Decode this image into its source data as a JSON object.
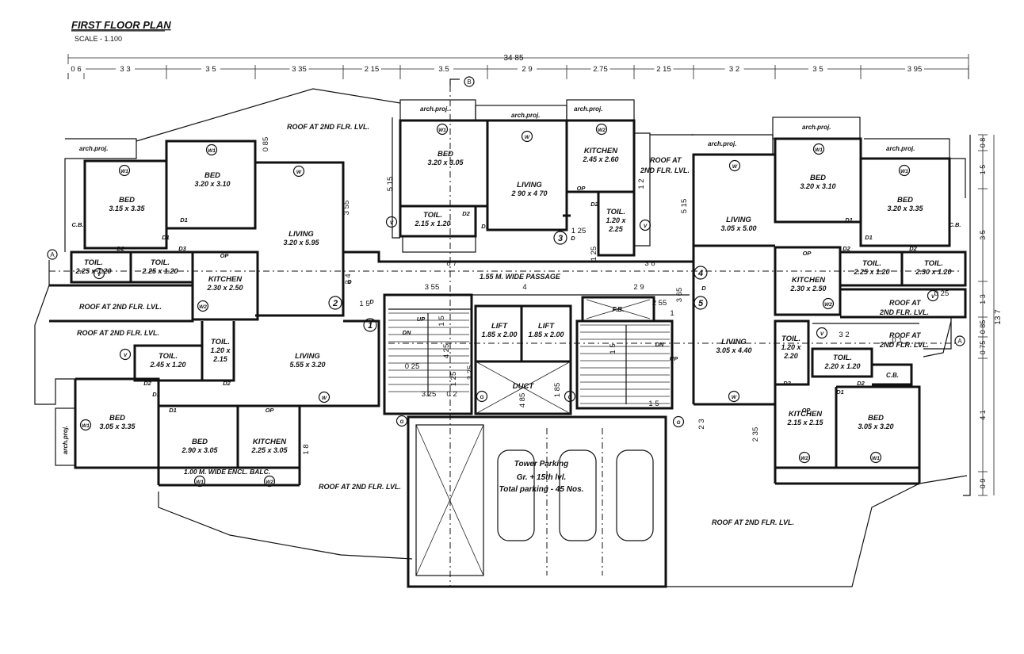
{
  "title": "FIRST FLOOR PLAN",
  "scale": "SCALE - 1.100",
  "overall_dimension": "34 85",
  "top_dimensions": [
    "0 6",
    "3 3",
    "3 5",
    "3 35",
    "2 15",
    "3.5",
    "2 9",
    "2.75",
    "2 15",
    "3 2",
    "3 5",
    "3 95"
  ],
  "right_dimensions": [
    "0 8",
    "1 5",
    "3 5",
    "1 3",
    "0 85",
    "0 75",
    "4 1",
    "0 9",
    "13 7"
  ],
  "section_markers": {
    "a": "A",
    "b": "B"
  },
  "grid_markers": [
    "1",
    "2",
    "3",
    "4",
    "5"
  ],
  "notes": {
    "passage": "1.55 M. WIDE PASSAGE",
    "balcony": "1.00 M. WIDE ENCL. BALC.",
    "roof": "ROOF AT 2ND FLR. LVL.",
    "roof_at": "ROOF AT",
    "roof_lvl": "2ND FLR. LVL.",
    "arch_proj": "arch.proj."
  },
  "rooms": {
    "bed_a": {
      "label": "BED",
      "size": "3.15 x 3.35"
    },
    "bed_b": {
      "label": "BED",
      "size": "3.20 x 3.10"
    },
    "living_a": {
      "label": "LIVING",
      "size": "3.20 x 5.95"
    },
    "toil_a": {
      "label": "TOIL.",
      "size": "2.25 x 1.20"
    },
    "toil_b": {
      "label": "TOIL.",
      "size": "2.25 x 1.20"
    },
    "kitchen_a": {
      "label": "KITCHEN",
      "size": "2.30 x 2.50"
    },
    "toil_c": {
      "label": "TOIL.",
      "size": "2.45 x 1.20"
    },
    "toil_d": {
      "label": "TOIL.",
      "size1": "1.20 x",
      "size2": "2.15"
    },
    "living_b": {
      "label": "LIVING",
      "size": "5.55 x 3.20"
    },
    "bed_c": {
      "label": "BED",
      "size": "3.05 x 3.35"
    },
    "bed_d": {
      "label": "BED",
      "size": "2.90 x 3.05"
    },
    "kitchen_b": {
      "label": "KITCHEN",
      "size": "2.25 x 3.05"
    },
    "bed_e": {
      "label": "BED",
      "size": "3.20 x 3.05"
    },
    "toil_e": {
      "label": "TOIL.",
      "size": "2.15 x 1.20"
    },
    "living_c": {
      "label": "LIVING",
      "size": "2 90 x 4 70"
    },
    "kitchen_c": {
      "label": "KITCHEN",
      "size": "2.45 x 2.60"
    },
    "toil_f": {
      "label": "TOIL.",
      "size1": "1.20 x",
      "size2": "2.25"
    },
    "living_d": {
      "label": "LIVING",
      "size": "3.05 x 5.00"
    },
    "bed_f": {
      "label": "BED",
      "size": "3.20 x 3.10"
    },
    "bed_g": {
      "label": "BED",
      "size": "3.20 x 3.35"
    },
    "kitchen_d": {
      "label": "KITCHEN",
      "size": "2.30 x 2.50"
    },
    "toil_g": {
      "label": "TOIL.",
      "size": "2.25 x 1.20"
    },
    "toil_h": {
      "label": "TOIL.",
      "size": "2.30 x 1.20"
    },
    "living_e": {
      "label": "LIVING",
      "size": "3.05 x 4.40"
    },
    "toil_i": {
      "label": "TOIL.",
      "size1": "1.20 x",
      "size2": "2.20"
    },
    "toil_j": {
      "label": "TOIL.",
      "size": "2.20 x 1.20"
    },
    "kitchen_e": {
      "label": "KITCHEN",
      "size": "2.15 x 2.15"
    },
    "bed_h": {
      "label": "BED",
      "size": "3.05 x 3.20"
    },
    "lift_1": {
      "label": "LIFT",
      "size": "1.85 x 2.00"
    },
    "lift_2": {
      "label": "LIFT",
      "size": "1.85 x 2.00"
    },
    "duct": {
      "label": "DUCT"
    },
    "fb": {
      "label": "F.B."
    },
    "cb": {
      "label": "C.B."
    }
  },
  "parking": {
    "line1": "Tower Parking",
    "line2": "Gr. + 15th lvl.",
    "line3": "Total parking - 45 Nos."
  },
  "tags": {
    "w": "W",
    "w1": "W1",
    "w2": "W2",
    "v": "V",
    "d": "D",
    "d1": "D1",
    "d2": "D2",
    "d3": "D3",
    "op": "OP",
    "up": "UP",
    "dn": "DN",
    "g": "G",
    "cb": "C.B."
  },
  "inner_dims": [
    "5 15",
    "3 55",
    "0 85",
    "2 4",
    "1 5",
    "8 7",
    "3 55",
    "4",
    "2 9",
    "1 25",
    "1 2",
    "5 15",
    "3 8",
    "3 65",
    "2 55",
    "1",
    "1 5",
    "1 85",
    "3 25",
    "0 25",
    "1 5",
    "4 25",
    "1 25",
    "0 2",
    "2 35",
    "1 8",
    "4 85",
    "2 3",
    "3 2",
    "0 1",
    "0 25",
    "3.25",
    "1 5"
  ]
}
